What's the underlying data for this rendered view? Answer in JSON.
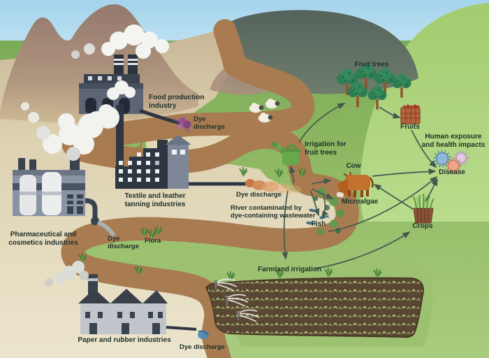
{
  "figure": {
    "description": "Dye pollution pathway diagram: industries discharging dye into a river with environmental and human health impacts",
    "labels": {
      "food_industry_line1": "Food production",
      "food_industry_line2": "industry",
      "textile_line1": "Textile and leather",
      "textile_line2": "tanning industries",
      "pharma_line1": "Pharmaceutical and",
      "pharma_line2": "cosmetics industries",
      "paper_industries": "Paper and rubber industries",
      "dye_food_line1": "Dye",
      "dye_food_line2": "discharge",
      "dye_textile": "Dye discharge",
      "dye_pharma_line1": "Dye",
      "dye_pharma_line2": "discharge",
      "dye_paper": "Dye discharge",
      "river_contaminated_line1": "River contaminated by",
      "river_contaminated_line2": "dye-containing wastewater",
      "irrigation_line1": "Irrigation for",
      "irrigation_line2": "fruit trees",
      "fruit_trees": "Fruit trees",
      "fruits": "Fruits",
      "human_exposure_line1": "Human exposure",
      "human_exposure_line2": "and health impacts",
      "disease": "Disease",
      "cow": "Cow",
      "microalgae": "Microalgae",
      "fish": "Fish",
      "crops": "Crops",
      "flora": "Flora",
      "farmland_irrigation": "Farmland irrigation"
    },
    "colors": {
      "river": "#7fc3e8",
      "river_bank": "#a87c50",
      "field_green": "#97bf6c",
      "tan_land": "#e3dabc",
      "dark_mountain": "#5c6a62",
      "mauve_mountain": "#9b8076",
      "light_hill": "#a3cd72",
      "farmland": "#5a4733",
      "dye_plume_orange": "#d89060",
      "dye_plume_purple": "#8a4a9a",
      "cow": "#c4702e",
      "arrow": "#44584e",
      "text": "#20302a"
    }
  }
}
